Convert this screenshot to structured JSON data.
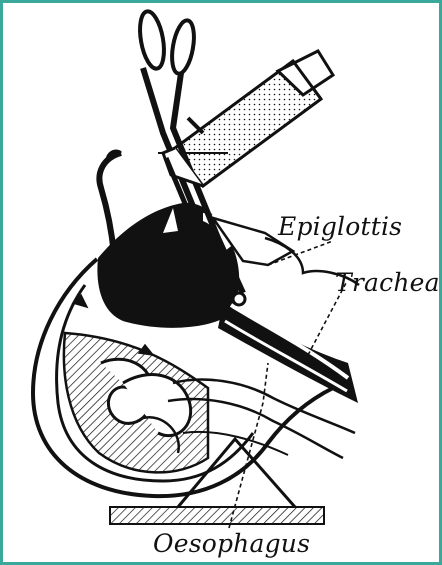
{
  "labels": {
    "epiglottis": "Epiglottis",
    "trachea": "Trachea",
    "oesophagus": "Oesophagus"
  },
  "colors": {
    "border": "#3aa89a",
    "ink": "#111111",
    "background": "#ffffff"
  }
}
